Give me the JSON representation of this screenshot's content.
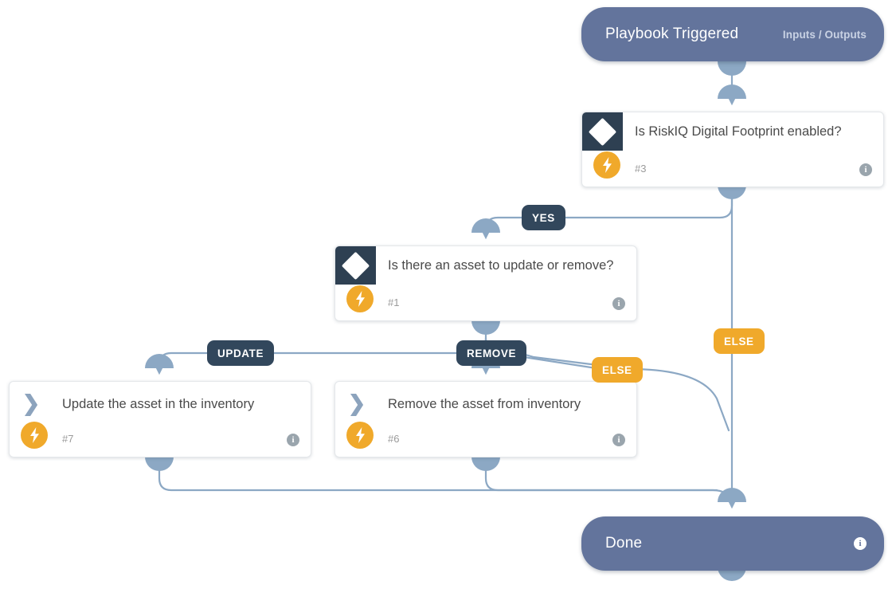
{
  "diagram": {
    "type": "playbook-flow",
    "colors": {
      "pill": "#63749c",
      "edge": "#8ca8c4",
      "icon_square": "#2e4052",
      "bolt": "#f0a92b",
      "badge_dark": "#32475c",
      "badge_amber": "#f0a92b",
      "card_bg": "#ffffff",
      "canvas_bg": "#ffffff"
    },
    "start": {
      "title": "Playbook Triggered",
      "meta": "Inputs / Outputs"
    },
    "end": {
      "title": "Done",
      "info_icon": "info-icon"
    },
    "nodes": [
      {
        "key": "riskiq",
        "kind": "decision",
        "icon": "diamond-icon",
        "title": "Is RiskIQ Digital Footprint enabled?",
        "id_label": "#3",
        "badge_icon": "lightning-bolt-icon",
        "info_icon": "info-icon"
      },
      {
        "key": "asset",
        "kind": "decision",
        "icon": "diamond-icon",
        "title": "Is there an asset to update or remove?",
        "id_label": "#1",
        "badge_icon": "lightning-bolt-icon",
        "info_icon": "info-icon"
      },
      {
        "key": "update",
        "kind": "action",
        "icon": "chevron-right-icon",
        "title": "Update the asset in the inventory",
        "id_label": "#7",
        "badge_icon": "lightning-bolt-icon",
        "info_icon": "info-icon"
      },
      {
        "key": "remove",
        "kind": "action",
        "icon": "chevron-right-icon",
        "title": "Remove the asset from inventory",
        "id_label": "#6",
        "badge_icon": "lightning-bolt-icon",
        "info_icon": "info-icon"
      }
    ],
    "edge_labels": [
      {
        "key": "yes",
        "text": "YES",
        "style": "dark"
      },
      {
        "key": "else_top",
        "text": "ELSE",
        "style": "amber"
      },
      {
        "key": "update",
        "text": "UPDATE",
        "style": "dark"
      },
      {
        "key": "remove",
        "text": "REMOVE",
        "style": "dark"
      },
      {
        "key": "else_mid",
        "text": "ELSE",
        "style": "amber"
      }
    ],
    "glyphs": {
      "bolt": "⚡",
      "chevron": "❯",
      "info": "i"
    }
  }
}
